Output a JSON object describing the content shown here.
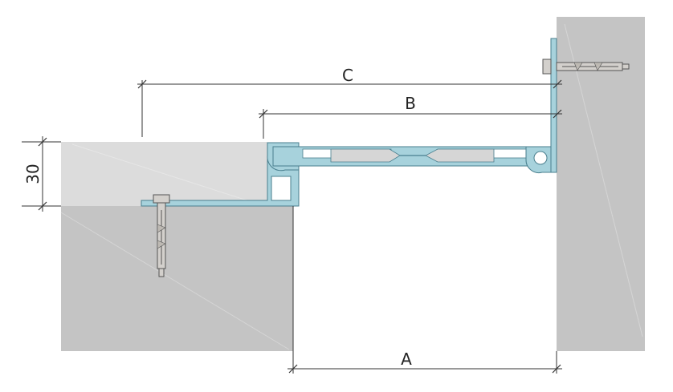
{
  "dimensions": {
    "a_label": "A",
    "b_label": "B",
    "c_label": "C",
    "height_label": "30"
  },
  "colors": {
    "concrete_left": "#c4c4c4",
    "concrete_right": "#c4c4c4",
    "screed": "#dcdcdc",
    "profile_fill": "#a7d2dc",
    "profile_stroke": "#4a7f8e",
    "insert_fill": "#d6d6d6",
    "anchor_fill": "#d3d0cc",
    "anchor_stroke": "#555555",
    "dimension_line": "#333333"
  },
  "parts": [
    "concrete-slab-left",
    "concrete-wall-right",
    "floor-screed",
    "aluminium-profile",
    "sliding-insert",
    "anchor-bolt-floor",
    "anchor-bolt-wall"
  ]
}
